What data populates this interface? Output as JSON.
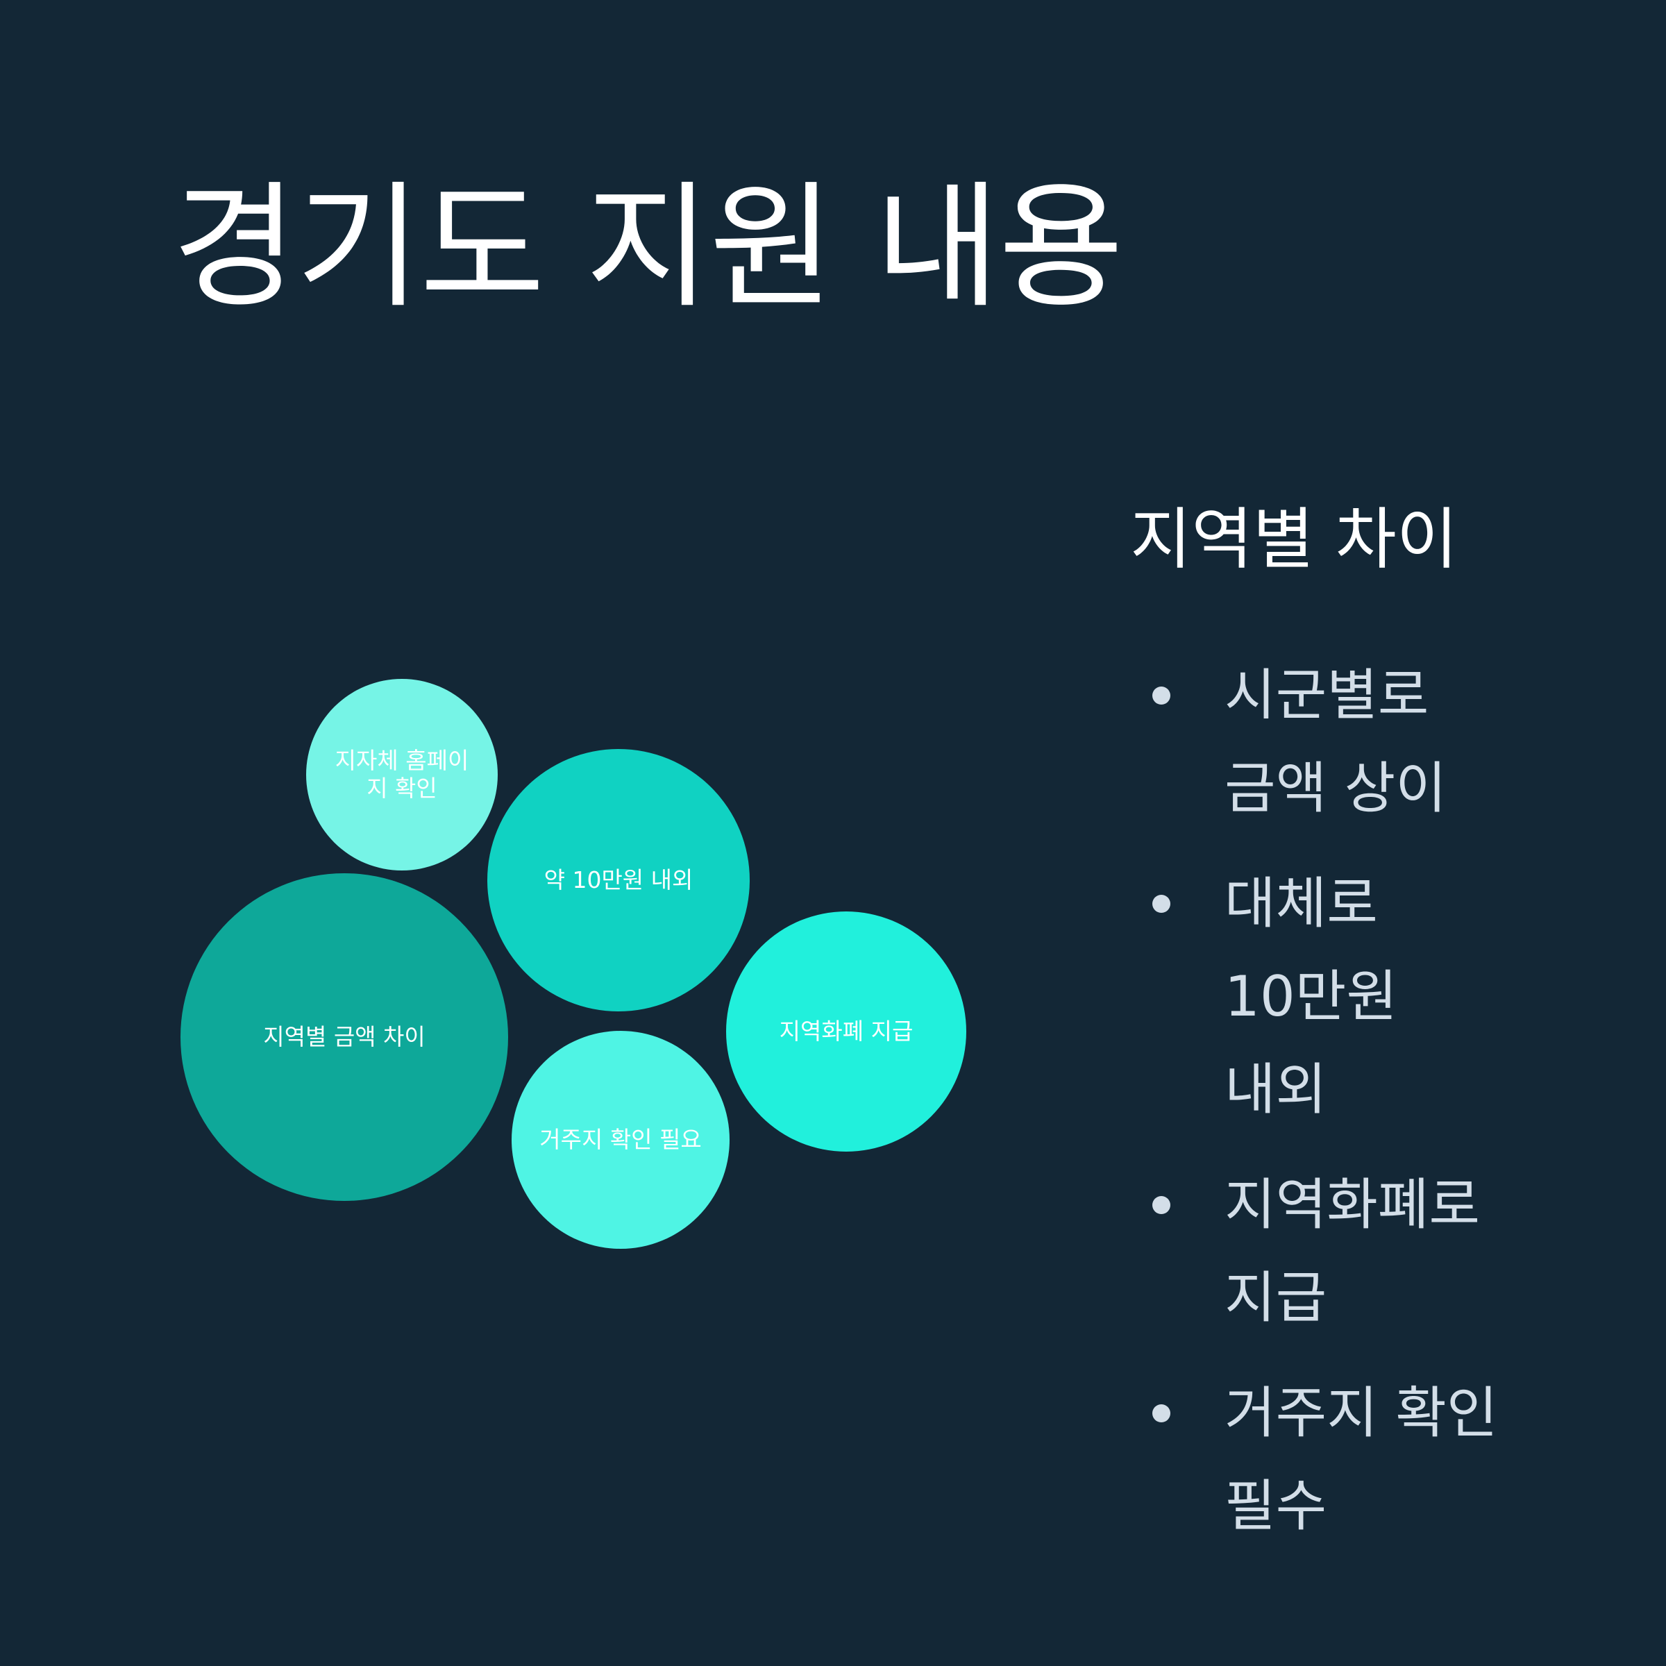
{
  "title": "경기도 지원 내용",
  "bubbles": [
    {
      "label": "지자체 홈페이지 확인",
      "color": "#76f4e6"
    },
    {
      "label": "약 10만원 내외",
      "color": "#10d2c2"
    },
    {
      "label": "지역별 금액 차이",
      "color": "#0ea899"
    },
    {
      "label": "지역화폐 지급",
      "color": "#21f0dc"
    },
    {
      "label": "거주지 확인 필요",
      "color": "#4ff4e4"
    }
  ],
  "panel": {
    "heading": "지역별 차이",
    "items": [
      {
        "text": "시군별로 금액 상이"
      },
      {
        "text": "대체로 10만원 내외"
      },
      {
        "text": "지역화폐로 지급"
      },
      {
        "text": "거주지 확인 필수"
      }
    ]
  },
  "colors": {
    "background": "#132736",
    "title": "#ffffff",
    "bullet_text": "#d3dee8"
  }
}
